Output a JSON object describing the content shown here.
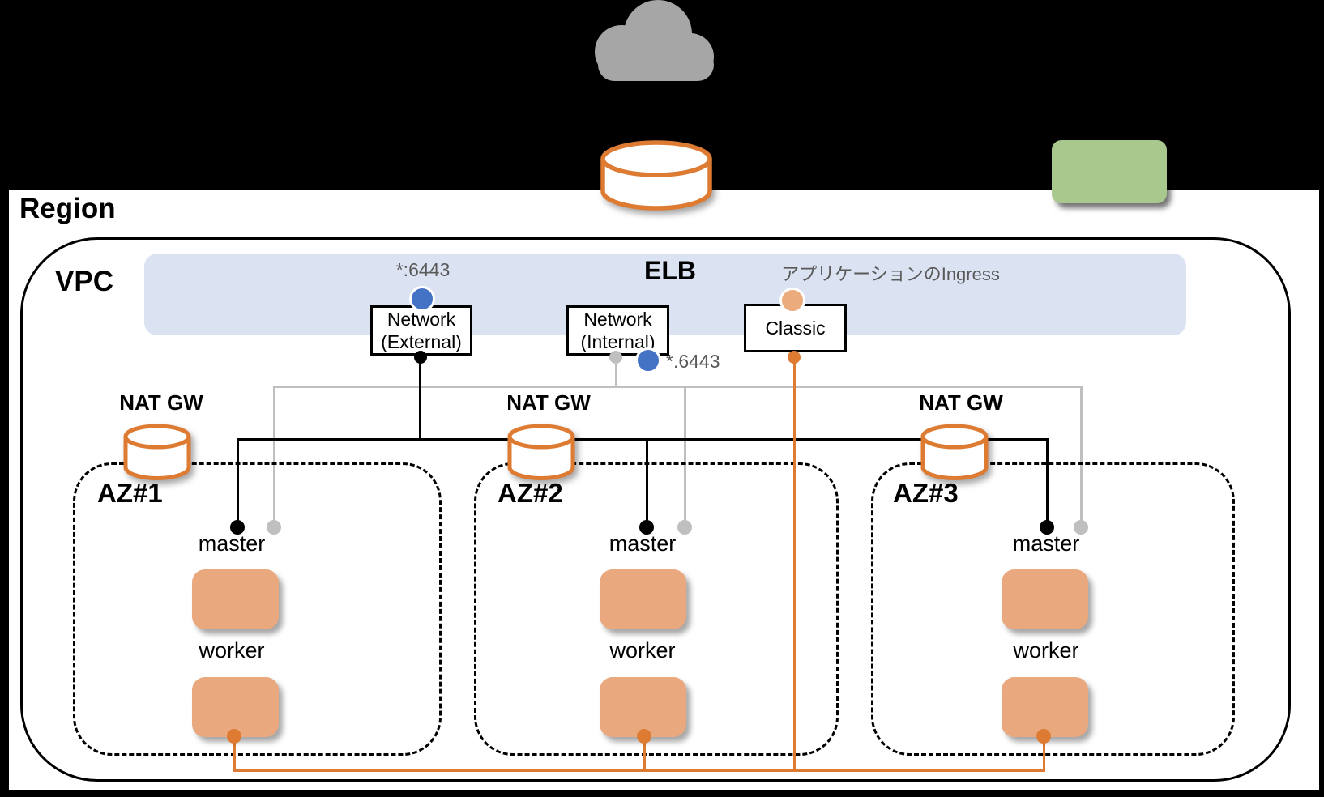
{
  "diagram": {
    "region_label": "Region",
    "vpc_label": "VPC",
    "elb": {
      "title": "ELB",
      "external_port": "*:6443",
      "internal_port": "*.6443",
      "ingress_note": "アプリケーションのIngress",
      "load_balancers": [
        {
          "name": "Network (External)",
          "line1": "Network",
          "line2": "(External)"
        },
        {
          "name": "Network (Internal)",
          "line1": "Network",
          "line2": "(Internal)"
        },
        {
          "name": "Classic",
          "line1": "Classic"
        }
      ]
    },
    "zones": [
      {
        "label": "AZ#1",
        "nat_gateway": "NAT GW",
        "master": "master",
        "worker": "worker"
      },
      {
        "label": "AZ#2",
        "nat_gateway": "NAT GW",
        "master": "master",
        "worker": "worker"
      },
      {
        "label": "AZ#3",
        "nat_gateway": "NAT GW",
        "master": "master",
        "worker": "worker"
      }
    ],
    "colors": {
      "background": "#000000",
      "region_bg": "#ffffff",
      "band_bg": "#dbe2f1",
      "blue_endpoint": "#4472c4",
      "orange_accent": "#de7b33",
      "node_fill": "#eaa87e",
      "gray_line": "#bfbfbf",
      "gray_text": "#595959",
      "green_box": "#a8c88e",
      "cloud_gray": "#a6a6a6"
    }
  }
}
